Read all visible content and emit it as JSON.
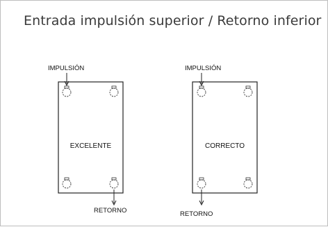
{
  "title": "Entrada impulsión superior / Retorno inferior",
  "diagrams": [
    {
      "center_label": "EXCELENTE",
      "inlet_label": "IMPULSIÓN",
      "outlet_label": "RETORNO"
    },
    {
      "center_label": "CORRECTO",
      "inlet_label": "IMPULSIÓN",
      "outlet_label": "RETORNO"
    }
  ]
}
